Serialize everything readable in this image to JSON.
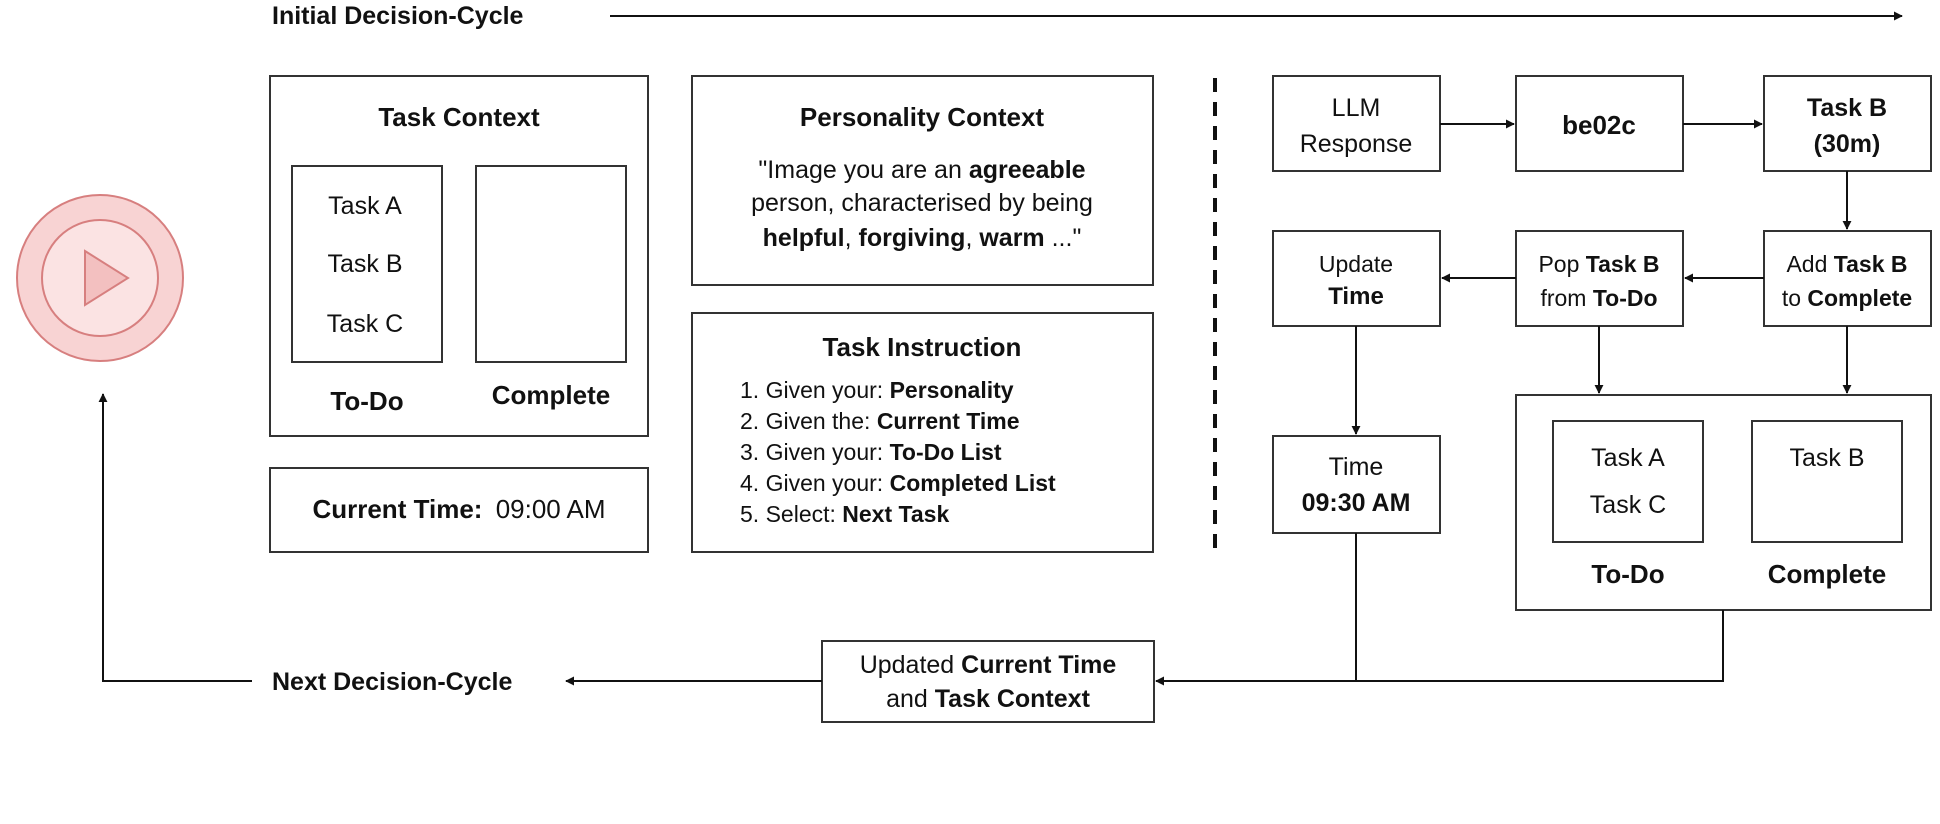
{
  "labels": {
    "initial_cycle": "Initial Decision-Cycle",
    "next_cycle": "Next Decision-Cycle"
  },
  "task_context": {
    "title": "Task Context",
    "todo_items": [
      "Task A",
      "Task B",
      "Task C"
    ],
    "todo_label": "To-Do",
    "complete_label": "Complete"
  },
  "current_time": {
    "label": "Current Time:",
    "value": "09:00 AM"
  },
  "personality": {
    "title": "Personality Context",
    "line1_pre": "\"Image you are an ",
    "line1_bold": "agreeable",
    "line2": "person, characterised by being",
    "line3_b1": "helpful",
    "line3_sep1": ", ",
    "line3_b2": "forgiving",
    "line3_sep2": ", ",
    "line3_b3": "warm",
    "line3_post": " ...\""
  },
  "instruction": {
    "title": "Task Instruction",
    "steps": [
      {
        "pre": "1. Given your: ",
        "bold": "Personality"
      },
      {
        "pre": "2. Given the: ",
        "bold": "Current Time"
      },
      {
        "pre": "3. Given your: ",
        "bold": "To-Do List"
      },
      {
        "pre": "4. Given your: ",
        "bold": "Completed List"
      },
      {
        "pre": "5. Select: ",
        "bold": "Next Task"
      }
    ]
  },
  "flow": {
    "llm_line1": "LLM",
    "llm_line2": "Response",
    "hash": "be02c",
    "task_b_line1": "Task B",
    "task_b_line2": "(30m)",
    "add_pre": "Add ",
    "add_bold1": "Task B",
    "add_to": "to ",
    "add_bold2": "Complete",
    "pop_pre": "Pop ",
    "pop_bold1": "Task B",
    "pop_from": "from ",
    "pop_bold2": "To-Do",
    "update_line1": "Update",
    "update_line2": "Time",
    "time_line1": "Time",
    "time_line2": "09:30 AM"
  },
  "updated_context": {
    "todo_items": [
      "Task A",
      "Task C"
    ],
    "complete_items": [
      "Task B"
    ],
    "todo_label": "To-Do",
    "complete_label": "Complete"
  },
  "updated_box": {
    "line1_pre": "Updated ",
    "line1_bold": "Current Time",
    "line2_pre": "and ",
    "line2_bold": "Task Context"
  },
  "colors": {
    "line": "#111111",
    "box_stroke": "#333333",
    "play_fill": "#f8d3d3",
    "play_stroke": "#d77f7f",
    "play_inner": "#fbe3e3"
  }
}
